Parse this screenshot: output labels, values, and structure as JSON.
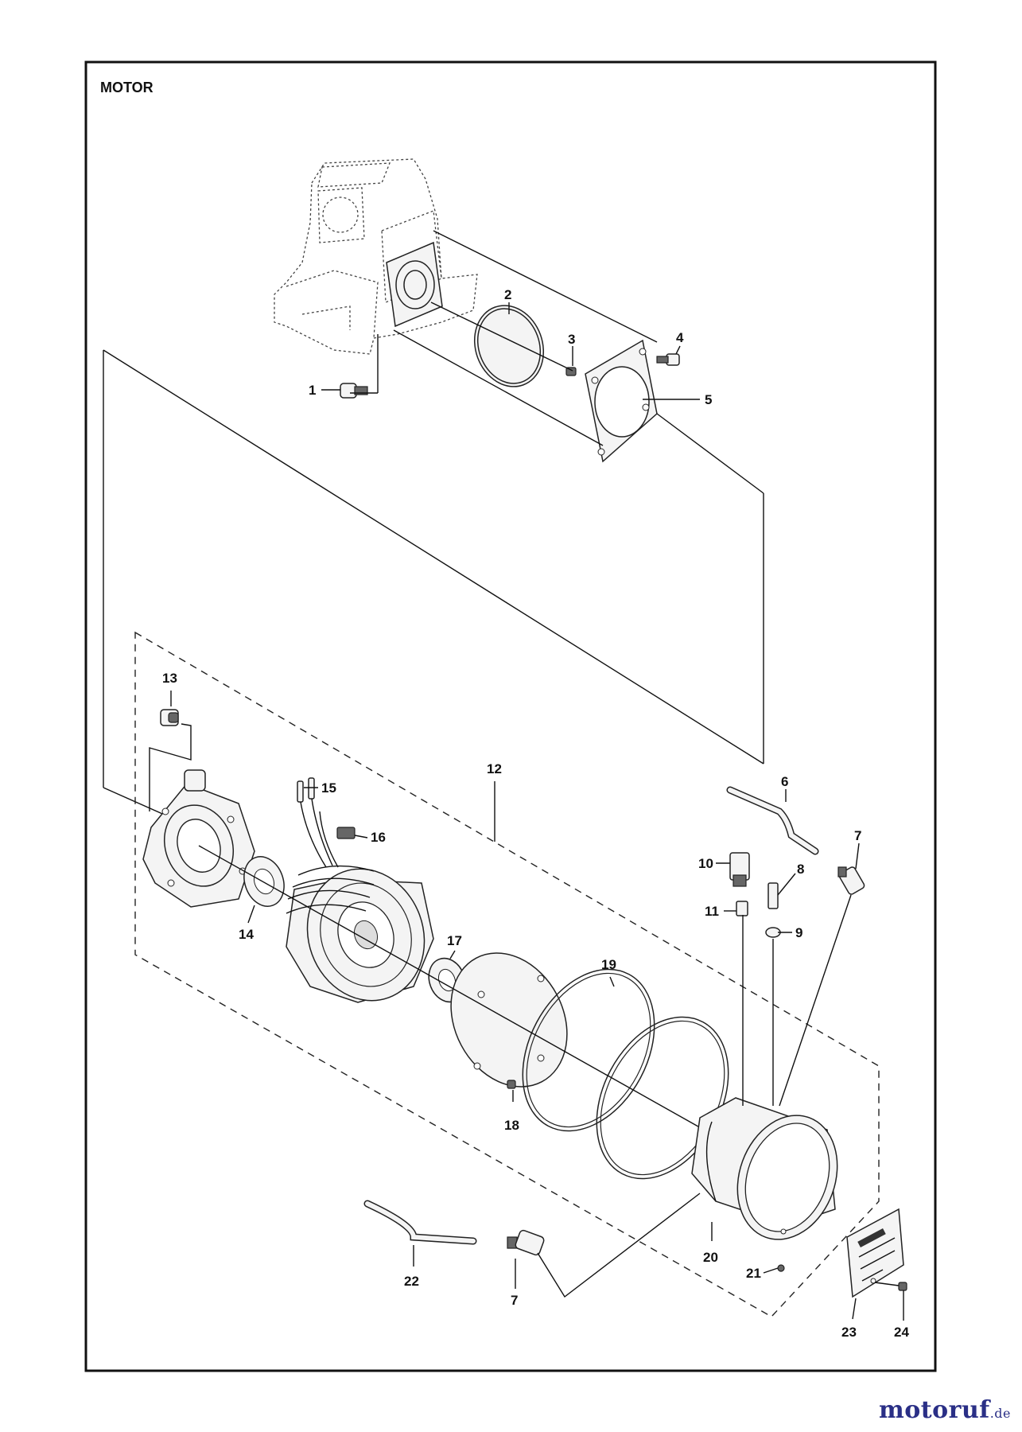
{
  "title": "MOTOR",
  "callouts": {
    "c1": "1",
    "c2": "2",
    "c3": "3",
    "c4": "4",
    "c5": "5",
    "c6": "6",
    "c7a": "7",
    "c7b": "7",
    "c8": "8",
    "c9": "9",
    "c10": "10",
    "c11": "11",
    "c12": "12",
    "c13": "13",
    "c14": "14",
    "c15": "15",
    "c16": "16",
    "c17": "17",
    "c18": "18",
    "c19": "19",
    "c20": "20",
    "c21": "21",
    "c22": "22",
    "c23": "23",
    "c24": "24"
  },
  "watermark": {
    "name": "motoruf",
    "tld": ".de"
  }
}
